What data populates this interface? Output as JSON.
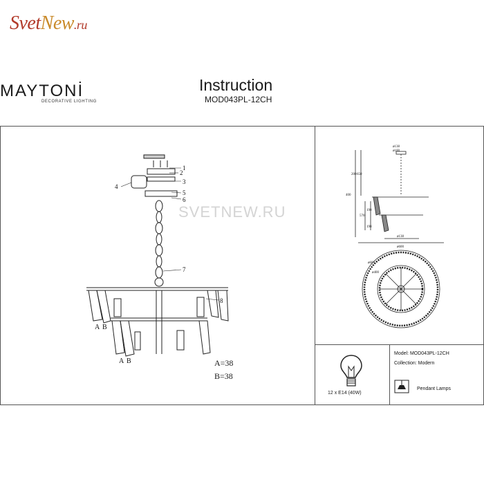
{
  "watermark": {
    "logo_part1": "Svet",
    "logo_part2": "New",
    "logo_part3": ".ru",
    "center_text": "SVETNEW.RU"
  },
  "brand": {
    "name": "MAYTONİ",
    "tagline": "DECORATIVE LIGHTING"
  },
  "document": {
    "title": "Instruction",
    "model_code": "MOD043PL-12CH"
  },
  "assembly": {
    "callouts": [
      "1",
      "2",
      "3",
      "4",
      "5",
      "6",
      "7",
      "8"
    ],
    "tier_labels": [
      "A",
      "B",
      "A",
      "B"
    ],
    "measure_a": "A=38",
    "measure_b": "B=38"
  },
  "dimensions": {
    "top_labels": [
      "ø138",
      "ø100"
    ],
    "side_labels": [
      "200",
      "650",
      "400",
      "190",
      "570",
      "190"
    ],
    "bottom_labels": [
      "ø138",
      "ø600"
    ],
    "plan_labels": [
      "ø600",
      "ø400"
    ]
  },
  "specs": {
    "lamp_count": "12 x E14 (40W)",
    "model_line": "Model: MOD043PL-12CH",
    "collection_line": "Collection: Modern",
    "type_line": "Pendant Lamps"
  },
  "colors": {
    "logo_red": "#b23a2a",
    "logo_gold": "#c98a2a",
    "line": "#222222"
  }
}
